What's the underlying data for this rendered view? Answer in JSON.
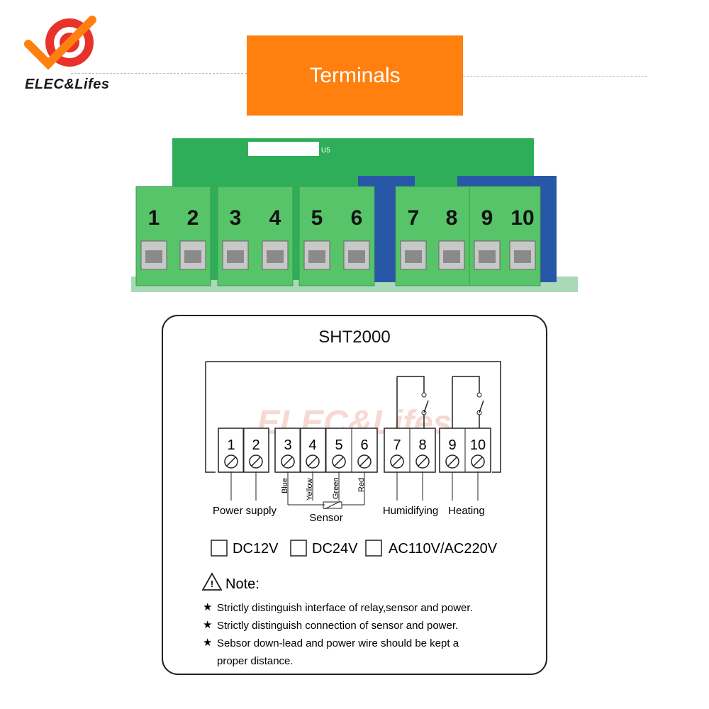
{
  "brand": {
    "name": "ELEC&Lifes",
    "accent": "#ff7f0f",
    "logo_red": "#e8322a"
  },
  "banner": {
    "title": "Terminals"
  },
  "board": {
    "terminal_numbers": [
      "1",
      "2",
      "3",
      "4",
      "5",
      "6",
      "7",
      "8",
      "9",
      "10"
    ],
    "silk_label": "U5"
  },
  "diagram": {
    "title": "SHT2000",
    "terminals": [
      "1",
      "2",
      "3",
      "4",
      "5",
      "6",
      "7",
      "8",
      "9",
      "10"
    ],
    "wire_colors": [
      "Blue",
      "Yellow",
      "Green",
      "Red"
    ],
    "labels": {
      "power": "Power supply",
      "sensor": "Sensor",
      "humidifying": "Humidifying",
      "heating": "Heating"
    },
    "options": [
      "DC12V",
      "DC24V",
      "AC110V/AC220V"
    ],
    "watermark": "ELEC&Lifes",
    "note": {
      "title": "Note:",
      "items": [
        "Strictly distinguish interface of relay,sensor and power.",
        "Strictly distinguish connection of sensor and power.",
        "Sebsor down-lead and power wire should be kept a",
        "proper distance."
      ]
    }
  }
}
